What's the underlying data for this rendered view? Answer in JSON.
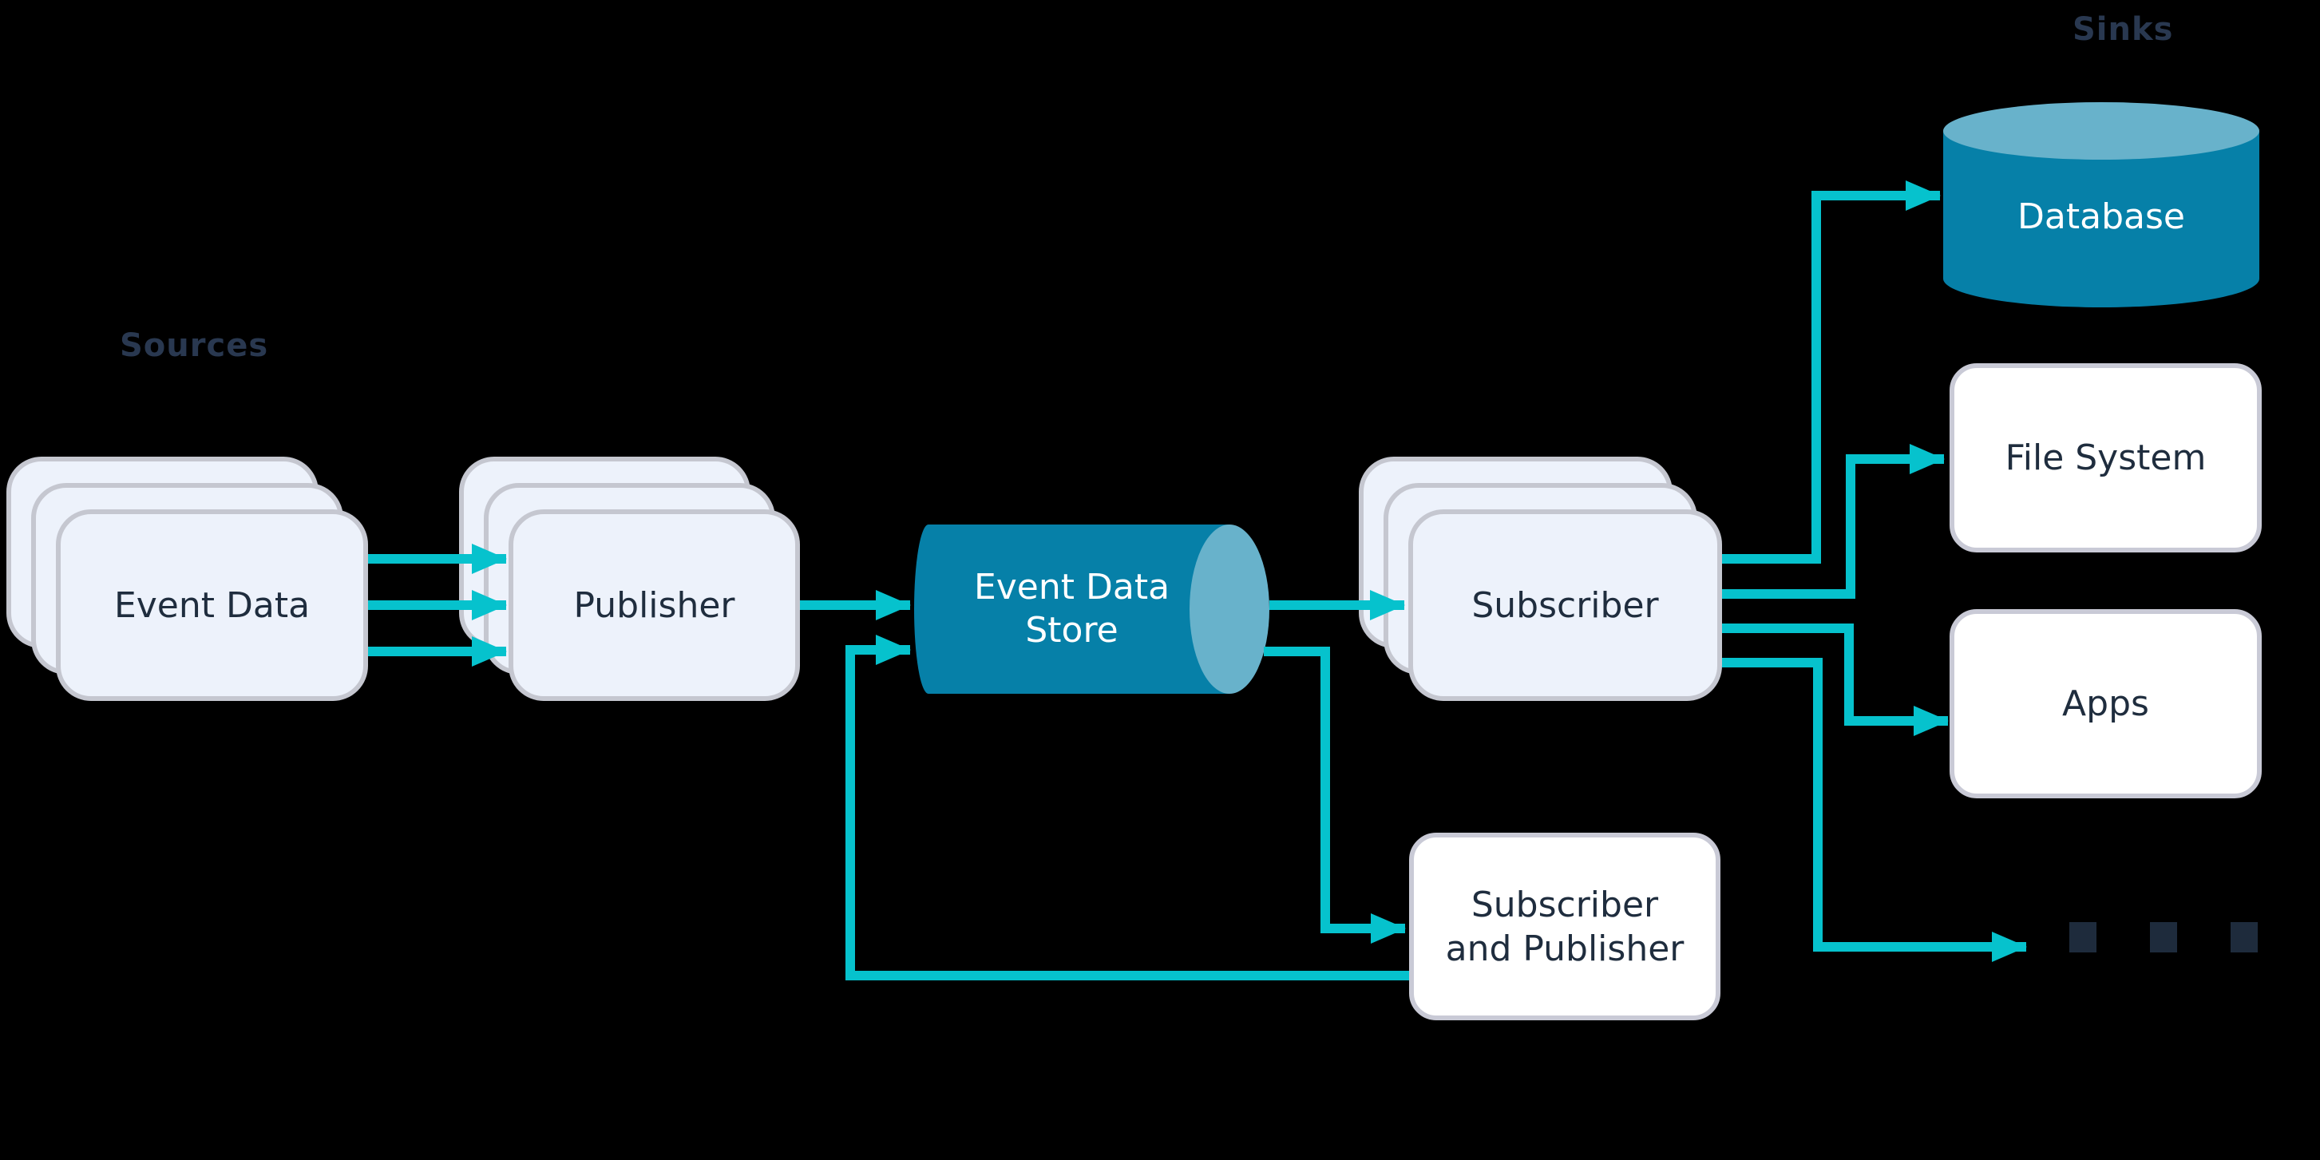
{
  "labels": {
    "sources": "Sources",
    "sinks": "Sinks"
  },
  "nodes": {
    "event_data": {
      "label": "Event Data",
      "type": "stacked-cards"
    },
    "publisher": {
      "label": "Publisher",
      "type": "stacked-cards"
    },
    "event_data_store": {
      "label_line1": "Event Data",
      "label_line2": "Store",
      "type": "horizontal-cylinder"
    },
    "subscriber": {
      "label": "Subscriber",
      "type": "stacked-cards"
    },
    "subscriber_and_publisher": {
      "label_line1": "Subscriber",
      "label_line2": "and Publisher",
      "type": "rounded-box"
    },
    "database": {
      "label": "Database",
      "type": "cylinder"
    },
    "file_system": {
      "label": "File System",
      "type": "rounded-box"
    },
    "apps": {
      "label": "Apps",
      "type": "rounded-box"
    },
    "more_sinks": {
      "icon": "ellipsis-squares"
    }
  },
  "edges": [
    {
      "from": "Event Data",
      "to": "Publisher",
      "count": 3
    },
    {
      "from": "Publisher",
      "to": "Event Data Store"
    },
    {
      "from": "Event Data Store",
      "to": "Subscriber"
    },
    {
      "from": "Event Data Store",
      "to": "Subscriber and Publisher"
    },
    {
      "from": "Subscriber and Publisher",
      "to": "Event Data Store"
    },
    {
      "from": "Subscriber",
      "to": "Database"
    },
    {
      "from": "Subscriber",
      "to": "File System"
    },
    {
      "from": "Subscriber",
      "to": "Apps"
    },
    {
      "from": "Subscriber",
      "to": "more-sinks"
    }
  ],
  "colors": {
    "arrow": "#06c2cd",
    "card_fill": "#edf2fb",
    "card_border": "#c5c7d0",
    "box_border": "#c9cad6",
    "cylinder_body": "#0680a8",
    "cylinder_cap": "#68b2cb",
    "node_text": "#1f2d3e",
    "section_label": "#293850",
    "ellipsis": "#1e2b3c",
    "background": "#000000"
  }
}
